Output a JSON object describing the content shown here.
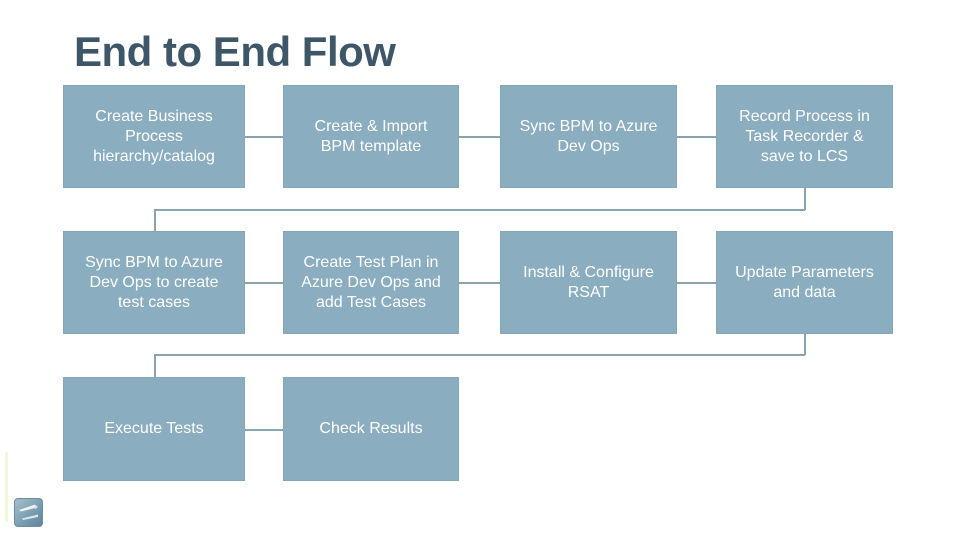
{
  "title": "End to End Flow",
  "flow": {
    "rows": [
      {
        "boxes": [
          "Create Business Process hierarchy/catalog",
          "Create & Import BPM template",
          "Sync BPM to Azure Dev Ops",
          "Record Process in Task Recorder & save to LCS"
        ]
      },
      {
        "boxes": [
          "Sync BPM to Azure Dev Ops to create test cases",
          "Create Test Plan in Azure Dev Ops and add Test Cases",
          "Install & Configure RSAT",
          "Update Parameters and data"
        ]
      },
      {
        "boxes": [
          "Execute Tests",
          "Check Results"
        ]
      }
    ]
  },
  "icons": {
    "footer_logo": "dynamics-logo"
  },
  "colors": {
    "box_fill": "#8AADBF",
    "box_text": "#FFFFFF",
    "title_text": "#3D5668",
    "connector": "#8BA3B0",
    "edge_accent": "#F1ECBE"
  }
}
